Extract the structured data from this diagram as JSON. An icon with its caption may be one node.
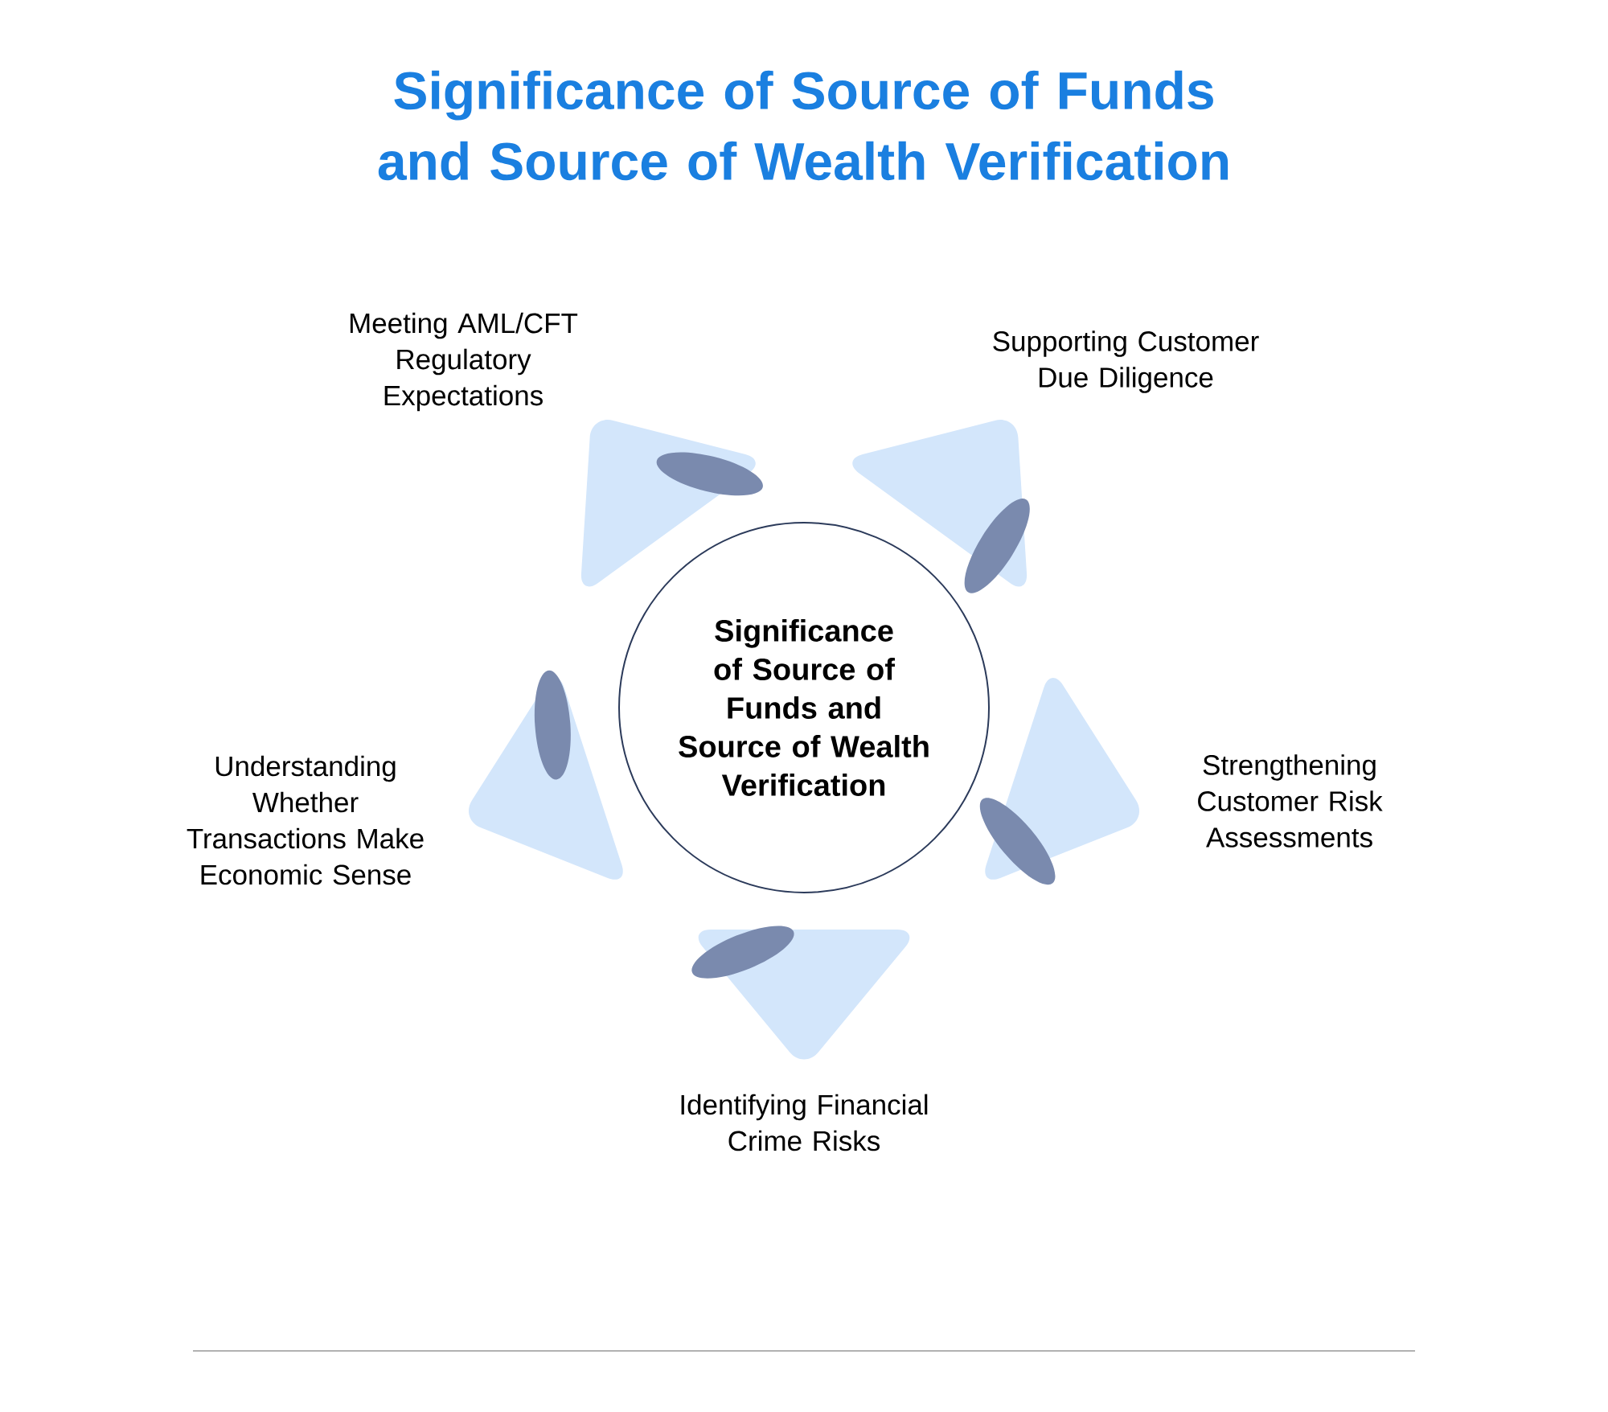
{
  "diagram": {
    "title": "Significance of Source of Funds and Source of Wealth Verification",
    "nodes": [
      {
        "text": [
          "Significance of Source of Funds and Source of Wealth Verification"
        ]
      }
    ],
    "labels": [
      "Meeting AML/CFT Regulatory Expectations",
      "Supporting Customer Due Diligence",
      "Understanding Whether Transactions Make Economic Sense",
      "Strengthening Customer Risk Assessments",
      "Identifying Financial Crime Risks"
    ]
  }
}
